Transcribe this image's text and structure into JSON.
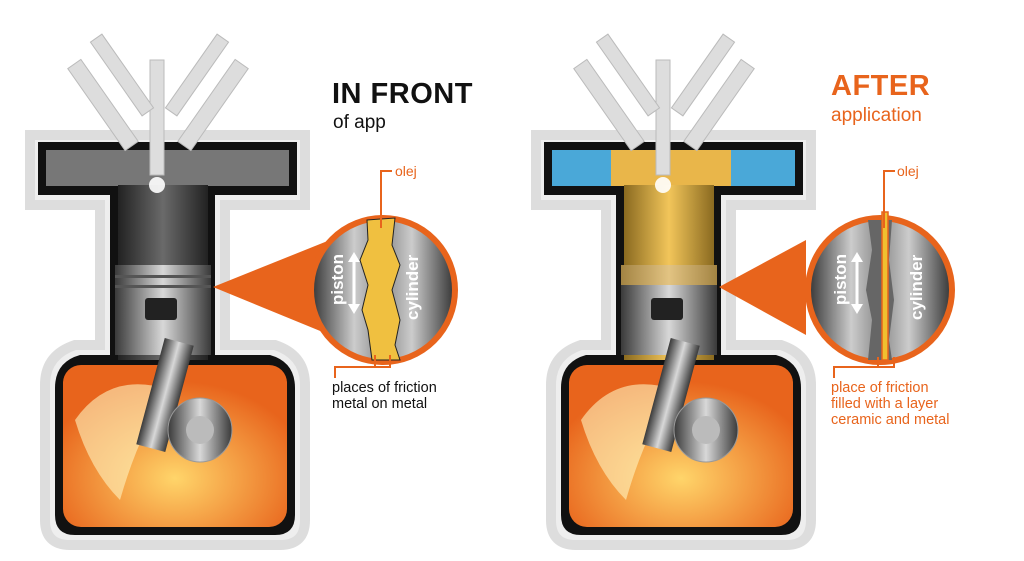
{
  "colors": {
    "accent": "#e8641c",
    "dark": "#111111",
    "oil": "#f0b93a"
  },
  "before": {
    "title": "IN FRONT",
    "subtitle": "of app",
    "oil_label": "olej",
    "piston_label": "piston",
    "cylinder_label": "cylinder",
    "caption_lines": [
      "places of friction",
      "metal on metal"
    ]
  },
  "after": {
    "title": "AFTER",
    "subtitle": "application",
    "oil_label": "olej",
    "piston_label": "piston",
    "cylinder_label": "cylinder",
    "caption_lines": [
      "place of friction",
      "filled with a layer",
      "ceramic and metal"
    ]
  }
}
